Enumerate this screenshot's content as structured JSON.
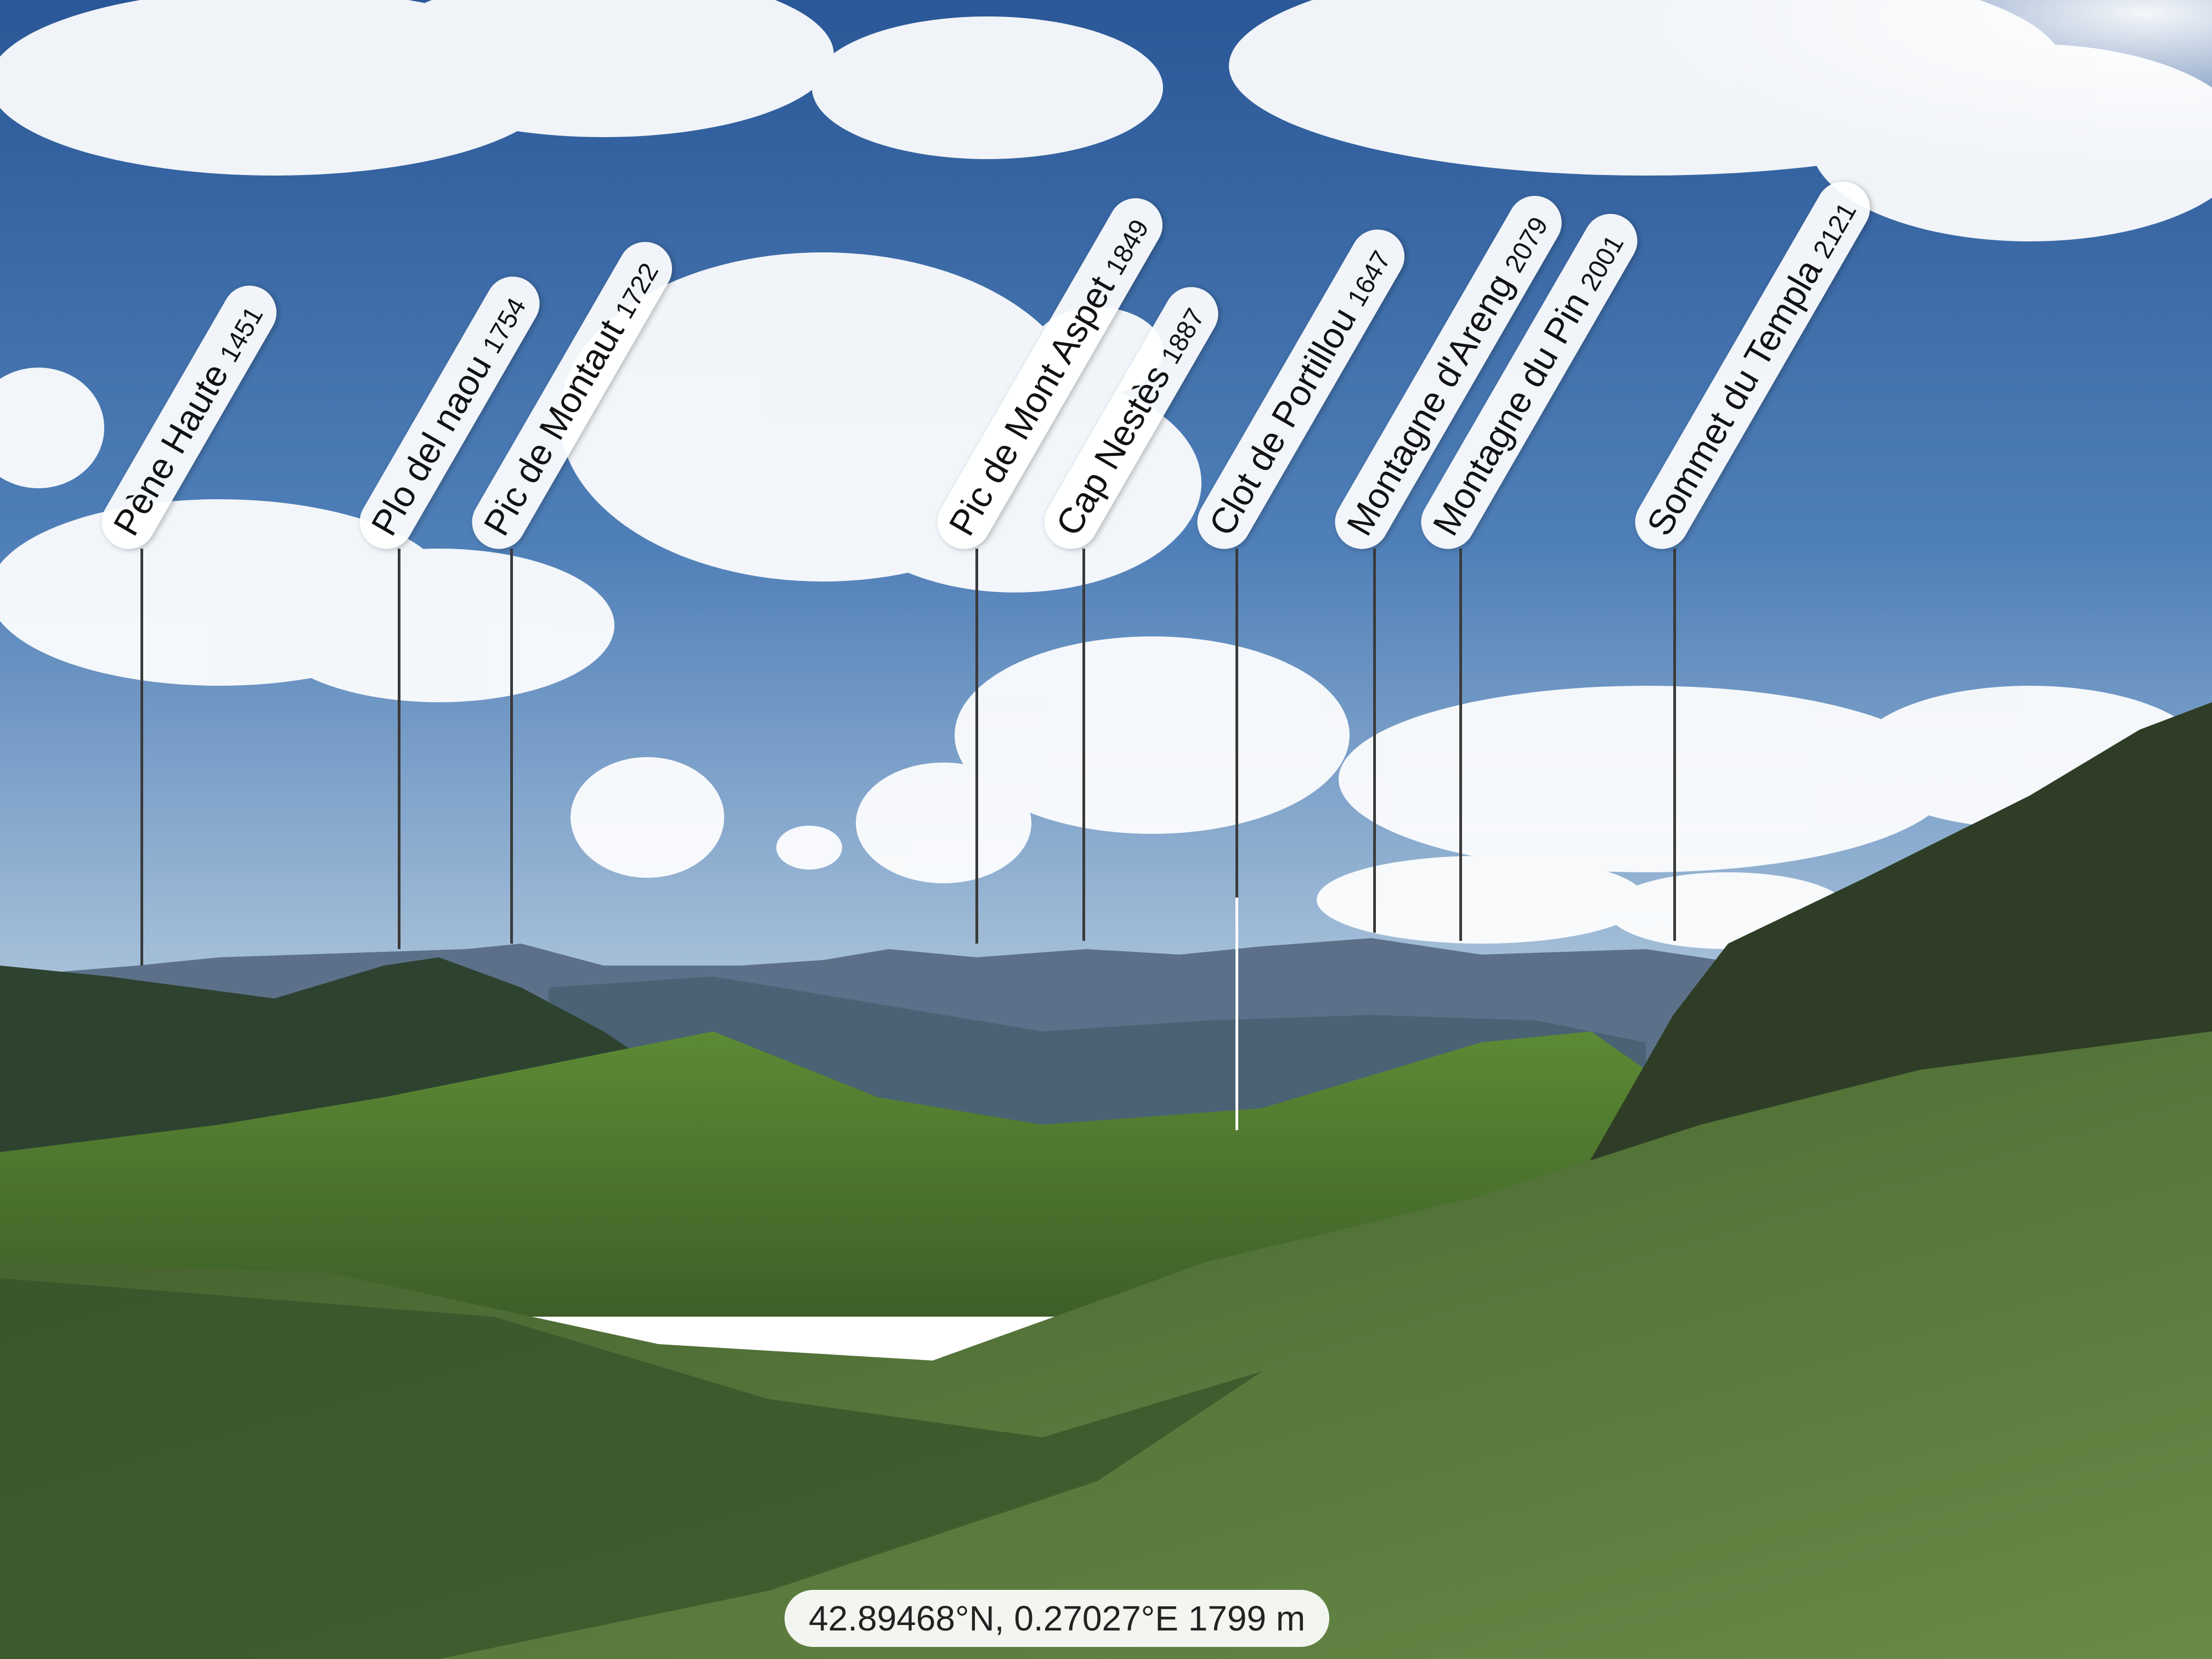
{
  "colors": {
    "sky_top": "#2f5e9e",
    "sky_bottom": "#9fbbd6",
    "cloud": "#ffffff",
    "mountain_far": "#5a6f86",
    "mountain_mid": "#3f5666",
    "hill_dark": "#2c3e2a",
    "meadow": "#6f9a3c",
    "label_bg": "#ffffff",
    "leader": "#3a3a3a"
  },
  "peaks": [
    {
      "name": "Pène Haute",
      "elevation": "1451"
    },
    {
      "name": "Plo del naou",
      "elevation": "1754"
    },
    {
      "name": "Pic de Montaut",
      "elevation": "1722"
    },
    {
      "name": "Pic de Mont Aspet",
      "elevation": "1849"
    },
    {
      "name": "Cap Nestès",
      "elevation": "1887"
    },
    {
      "name": "Clot de Portillou",
      "elevation": "1647"
    },
    {
      "name": "Montagne d'Areng",
      "elevation": "2079"
    },
    {
      "name": "Montagne du Pin",
      "elevation": "2001"
    },
    {
      "name": "Sommet du Templa",
      "elevation": "2121"
    }
  ],
  "location": {
    "readout": "42.89468°N, 0.27027°E 1799 m"
  }
}
